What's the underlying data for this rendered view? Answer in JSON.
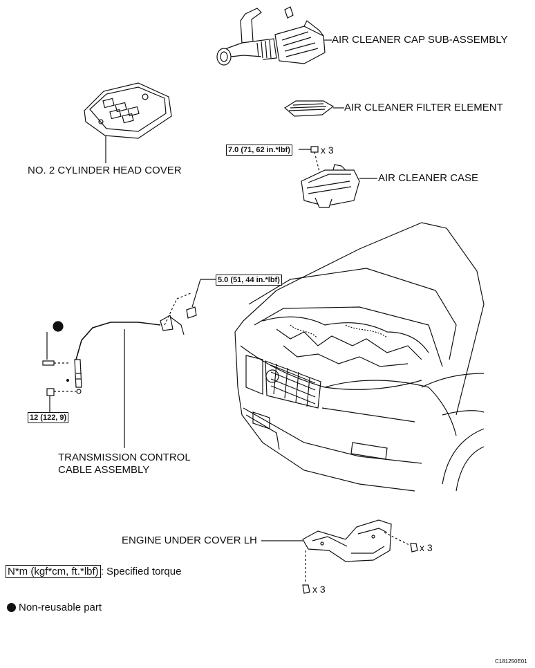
{
  "parts": {
    "air_cleaner_cap": "AIR CLEANER CAP SUB-ASSEMBLY",
    "air_cleaner_filter": "AIR CLEANER FILTER ELEMENT",
    "cylinder_head_cover": "NO. 2 CYLINDER HEAD COVER",
    "air_cleaner_case": "AIR CLEANER CASE",
    "trans_cable_line1": "TRANSMISSION CONTROL",
    "trans_cable_line2": "CABLE ASSEMBLY",
    "engine_under_cover": "ENGINE UNDER COVER LH"
  },
  "torques": {
    "air_cleaner_case": "7.0 (71, 62 in.*lbf)",
    "cable_bracket": "5.0 (51, 44 in.*lbf)",
    "cable_nut": "12 (122, 9)"
  },
  "quantities": {
    "case_bolts": "x 3",
    "cover_bolts_right": "x 3",
    "cover_bolts_bottom": "x 3"
  },
  "legend": {
    "torque_unit": "N*m (kgf*cm, ft.*lbf)",
    "torque_desc": ": Specified torque",
    "non_reusable": "Non-reusable part"
  },
  "figure_code": "C181250E01"
}
